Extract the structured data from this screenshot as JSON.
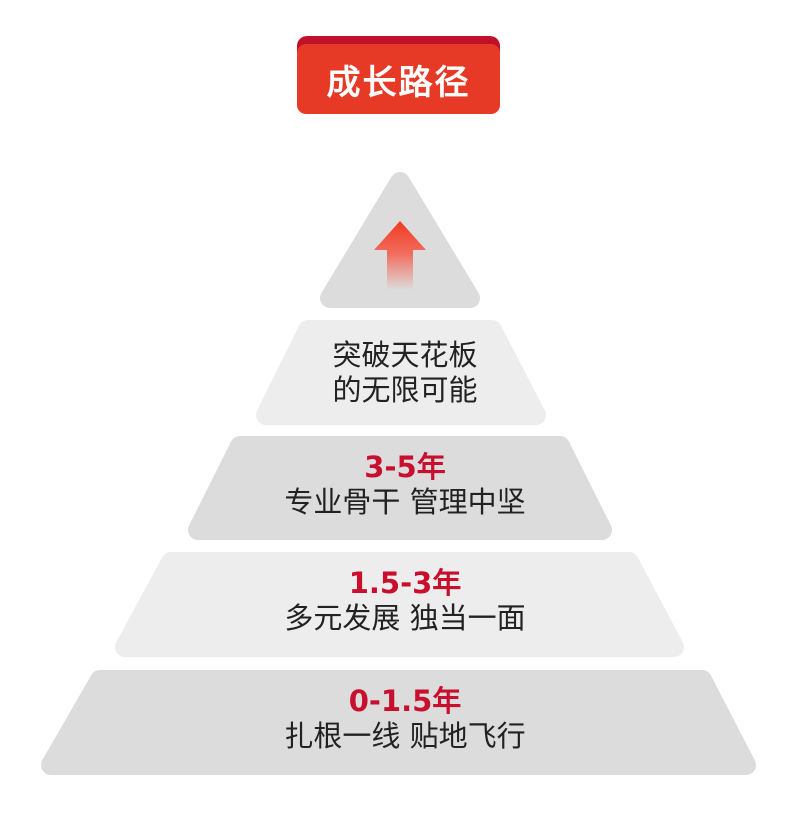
{
  "title": "成长路径",
  "top_icon": "up-arrow-icon",
  "tiers": [
    {
      "years": "",
      "lines": [
        "突破天花板",
        "的无限可能"
      ]
    },
    {
      "years": "3-5年",
      "desc": "专业骨干 管理中坚"
    },
    {
      "years": "1.5-3年",
      "desc": "多元发展 独当一面"
    },
    {
      "years": "0-1.5年",
      "desc": "扎根一线 贴地飞行"
    }
  ],
  "colors": {
    "accent": "#e63a26",
    "accent_dark": "#c0102a",
    "year_text": "#c8102e",
    "tier_dark": "#dcdcdc",
    "tier_light": "#ededed"
  }
}
